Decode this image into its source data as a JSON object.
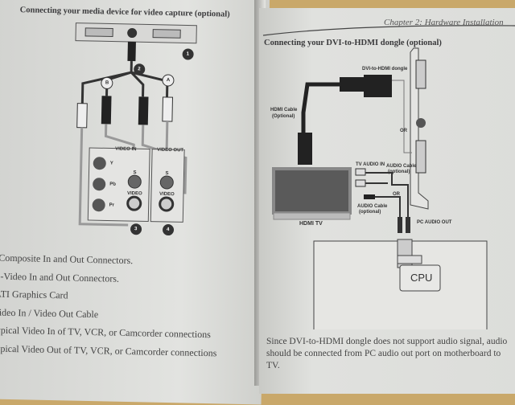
{
  "left_page": {
    "heading": "Connecting your media device for video capture (optional)",
    "diagram_labels": {
      "video_in": "VIDEO IN",
      "video_out": "VIDEO OUT",
      "y": "Y",
      "pb": "Pb",
      "pr": "Pr",
      "s": "S",
      "video1": "VIDEO",
      "s2": "S",
      "video2": "VIDEO",
      "n1": "1",
      "n2": "2",
      "n3": "3",
      "n4": "4",
      "a": "A",
      "b": "B"
    },
    "legend": [
      "Composite In and Out Connectors.",
      "S-Video In and Out Connectors.",
      "ATI Graphics Card",
      "Video In / Video Out Cable",
      "Typical Video In of TV, VCR, or Camcorder connections",
      "Typical Video Out of TV, VCR, or Camcorder connections"
    ]
  },
  "right_page": {
    "chapter": "Chapter 2: Hardware Installation",
    "heading": "Connecting your DVI-to-HDMI dongle (optional)",
    "diagram_labels": {
      "dongle": "DVI-to-HDMI dongle",
      "hdmi_cable": "HDMI Cable",
      "hdmi_optional": "(Optional)",
      "tv_audio_in": "TV AUDIO IN",
      "audio_cable_1": "AUDIO Cable",
      "audio_optional_1": "(optional)",
      "or1": "OR",
      "or2": "OR",
      "audio_cable_2": "AUDIO Cable",
      "audio_optional_2": "(optional)",
      "pc_audio_out": "PC AUDIO OUT",
      "hdmi_tv": "HDMI TV",
      "cpu": "CPU"
    },
    "paragraph": "Since DVI-to-HDMI dongle does not support audio signal, audio should be connected from PC audio out port on motherboard to TV."
  }
}
